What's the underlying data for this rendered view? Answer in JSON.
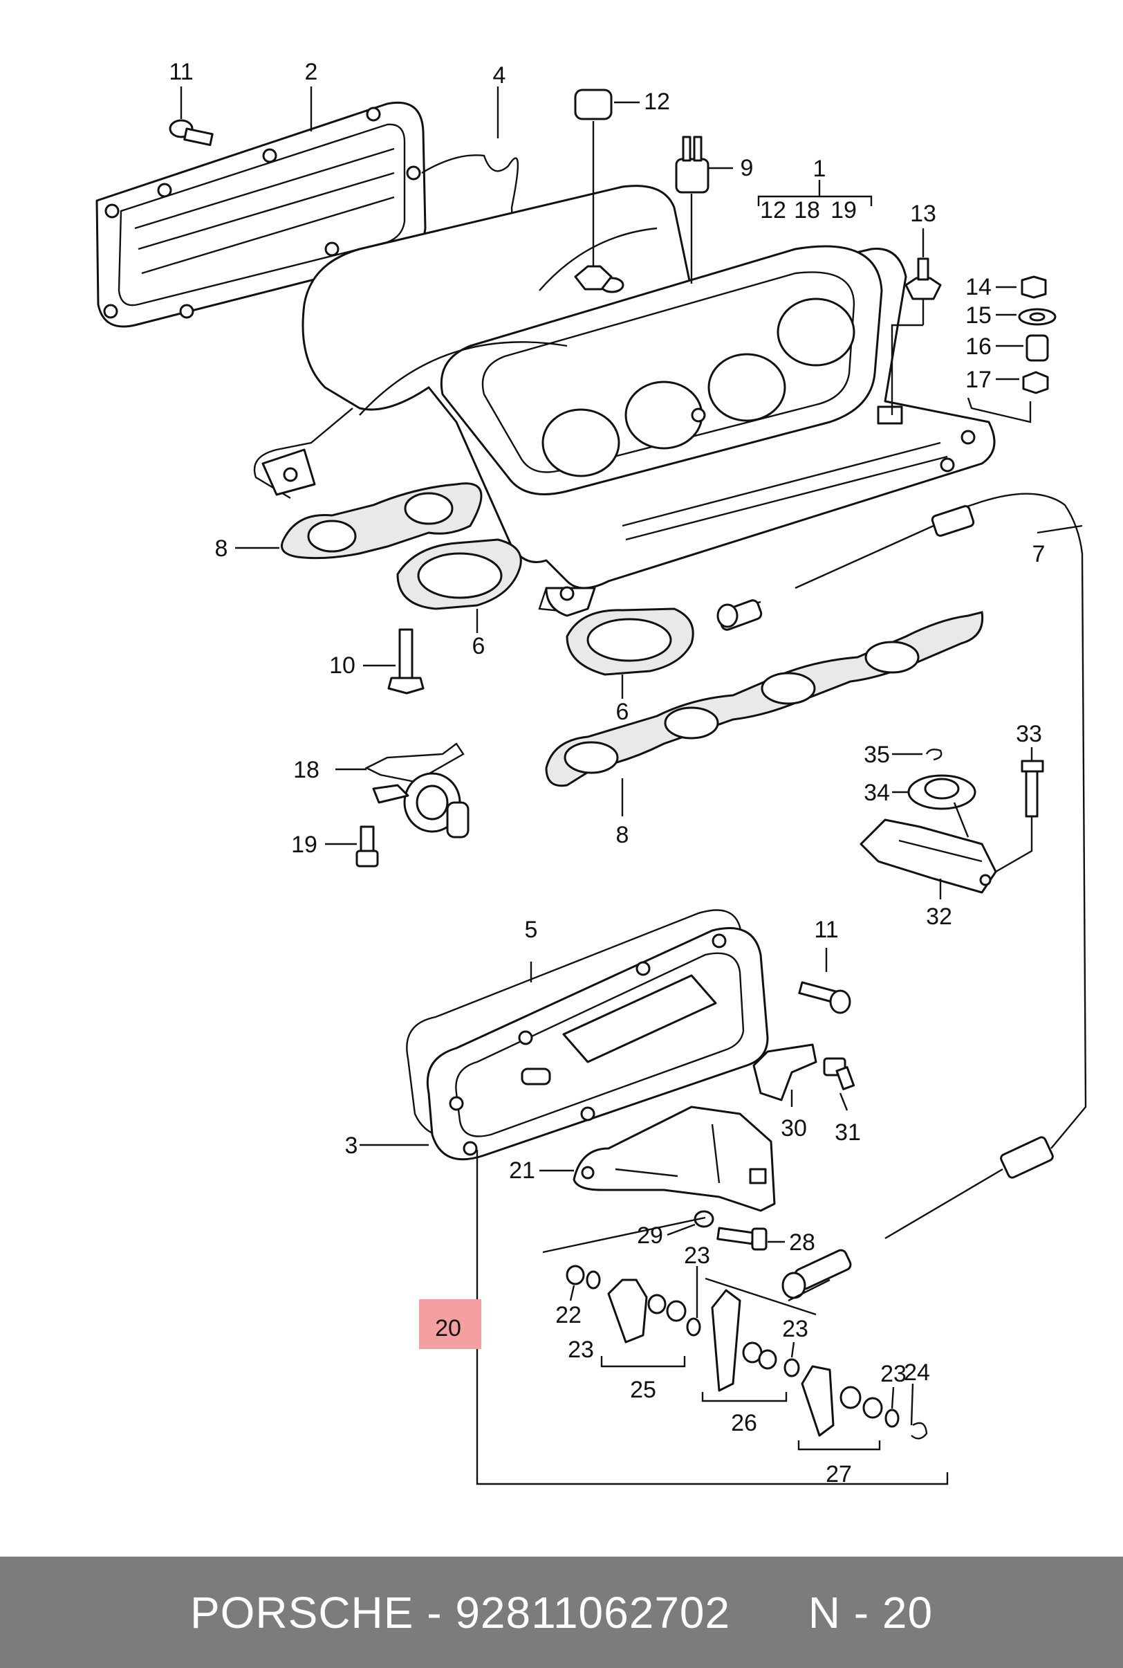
{
  "diagram": {
    "callouts": [
      "1",
      "2",
      "3",
      "4",
      "5",
      "6",
      "6",
      "7",
      "8",
      "8",
      "9",
      "10",
      "11",
      "11",
      "12",
      "13",
      "14",
      "15",
      "16",
      "17",
      "18",
      "19",
      "20",
      "21",
      "22",
      "23",
      "23",
      "23",
      "23",
      "24",
      "25",
      "26",
      "27",
      "28",
      "29",
      "30",
      "31",
      "32",
      "33",
      "34",
      "35"
    ],
    "group_1_parts": [
      "12",
      "18",
      "19"
    ],
    "highlighted_callout": "20",
    "highlight_color": "#f5a0a0"
  },
  "footer": {
    "brand": "PORSCHE",
    "separator_1": " - ",
    "part_number": "92811062702",
    "ref_prefix": "N - ",
    "ref_number": "20",
    "background_color": "#7c7c7c",
    "text_color": "#ffffff"
  }
}
